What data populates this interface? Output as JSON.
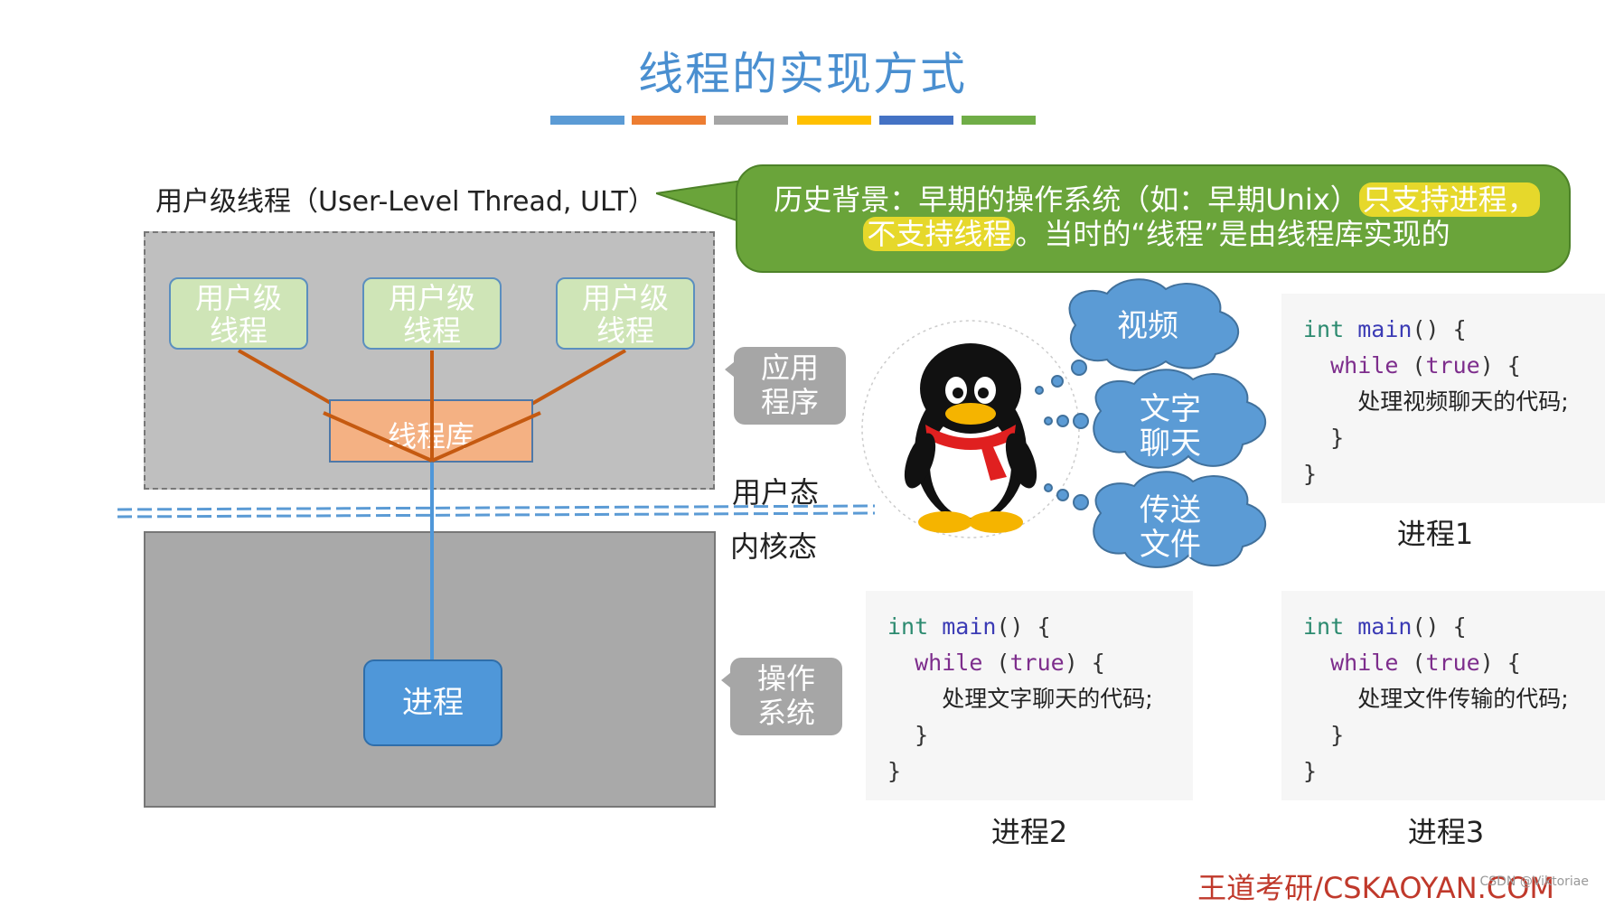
{
  "title": "线程的实现方式",
  "bar_colors": [
    "#5b9bd5",
    "#ed7d31",
    "#a5a5a5",
    "#ffc000",
    "#4472c4",
    "#70ad47"
  ],
  "ult_heading": "用户级线程（User-Level Thread, ULT）",
  "callout": {
    "part1": "历史背景：早期的操作系统（如：早期Unix）",
    "highlight1": "只支持进程，",
    "highlight2": "不支持线程",
    "part2": "。当时的“线程”是由线程库实现的"
  },
  "diagram": {
    "ult_boxes": [
      {
        "line1": "用户级",
        "line2": "线程"
      },
      {
        "line1": "用户级",
        "line2": "线程"
      },
      {
        "line1": "用户级",
        "line2": "线程"
      }
    ],
    "thread_library": "线程库",
    "process": "进程",
    "app_tag": {
      "line1": "应用",
      "line2": "程序"
    },
    "os_tag": {
      "line1": "操作",
      "line2": "系统"
    },
    "user_mode": "用户态",
    "kernel_mode": "内核态"
  },
  "clouds": [
    {
      "line1": "视频",
      "line2": ""
    },
    {
      "line1": "文字",
      "line2": "聊天"
    },
    {
      "line1": "传送",
      "line2": "文件"
    }
  ],
  "code_blocks": [
    {
      "label": "进程1",
      "kw_int": "int",
      "fn_main": "main",
      "paren_open": "() {",
      "kw_while": "while",
      "kw_true": "true",
      "body": "处理视频聊天的代码;",
      "close1": "}",
      "close2": "}"
    },
    {
      "label": "进程2",
      "kw_int": "int",
      "fn_main": "main",
      "paren_open": "() {",
      "kw_while": "while",
      "kw_true": "true",
      "body": "处理文字聊天的代码;",
      "close1": "}",
      "close2": "}"
    },
    {
      "label": "进程3",
      "kw_int": "int",
      "fn_main": "main",
      "paren_open": "() {",
      "kw_while": "while",
      "kw_true": "true",
      "body": "处理文件传输的代码;",
      "close1": "}",
      "close2": "}"
    }
  ],
  "footer": "王道考研/CSKAOYAN.COM",
  "watermark": "CSDN @Viktoriae"
}
